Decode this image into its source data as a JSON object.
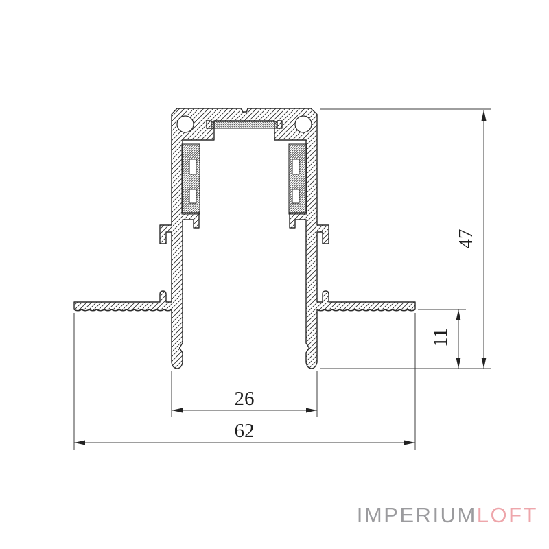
{
  "colors": {
    "background": "#ffffff",
    "line": "#2b2b2b",
    "dimension_line": "#3c3c3c",
    "watermark_primary": "#9b9b9e",
    "watermark_secondary": "#eea6ab"
  },
  "dimensions": {
    "inner_width": "26",
    "overall_width": "62",
    "overall_height": "47",
    "flange_depth": "11"
  },
  "watermark": {
    "primary": "IMPERIUM",
    "secondary": "LOFT"
  }
}
